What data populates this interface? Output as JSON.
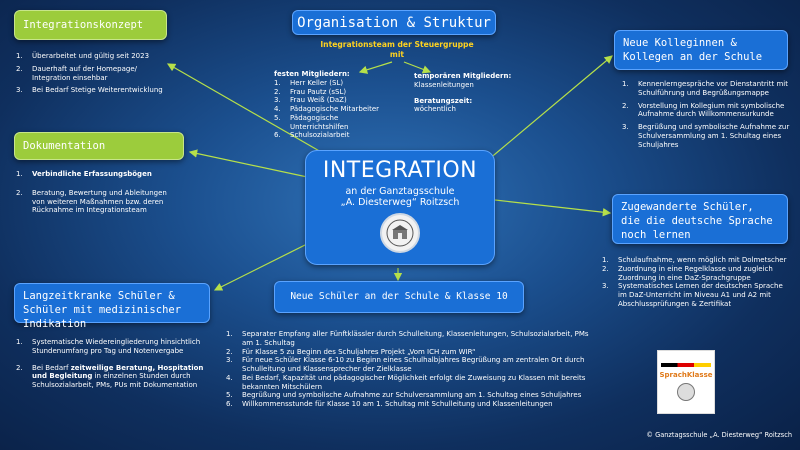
{
  "title": "Organisation & Struktur",
  "team_heading_line1": "Integrationsteam der Steuergruppe",
  "team_heading_line2": "mit",
  "fixed_members": {
    "heading": "festen Mitgliedern:",
    "items": [
      {
        "num": "1.",
        "text": "Herr Keller (SL)"
      },
      {
        "num": "2.",
        "text": "Frau Pautz (sSL)"
      },
      {
        "num": "3.",
        "text": "Frau Weiß (DaZ)"
      },
      {
        "num": "4.",
        "text": "Pädagogische Mitarbeiter"
      },
      {
        "num": "5.",
        "text": "Pädagogische Unterrichtshilfen"
      },
      {
        "num": "6.",
        "text": "Schulsozialarbeit"
      }
    ]
  },
  "temp_members": {
    "heading": "temporären Mitgliedern:",
    "text": "Klassenleitungen",
    "meeting_heading": "Beratungszeit:",
    "meeting_text": "wöchentlich"
  },
  "center": {
    "title": "INTEGRATION",
    "line2": "an der Ganztagsschule",
    "line3": "„A. Diesterweg“ Roitzsch"
  },
  "integrationskonzept": {
    "title": "Integrationskonzept",
    "items": [
      {
        "num": "1.",
        "text": "Überarbeitet und gültig seit 2023"
      },
      {
        "num": "2.",
        "text": "Dauerhaft auf der Homepage/ Integration einsehbar"
      },
      {
        "num": "3.",
        "text": "Bei Bedarf Stetige Weiterentwicklung"
      }
    ]
  },
  "dokumentation": {
    "title": "Dokumentation",
    "items": [
      {
        "num": "1.",
        "text": "Verbindliche Erfassungsbögen"
      },
      {
        "num": "2.",
        "text": "Beratung, Bewertung und Ableitungen von weiteren Maßnahmen bzw. deren Rücknahme im Integrationsteam"
      }
    ]
  },
  "langzeitkranke": {
    "title": "Langzeitkranke Schüler & Schüler mit medizinischer Indikation",
    "item1": {
      "num": "1.",
      "text": "Systematische Wiedereingliederung hinsichtlich Stundenumfang pro Tag und Notenvergabe"
    },
    "item2": {
      "num": "2.",
      "pre": "Bei Bedarf ",
      "bold": "zeitweilige Beratung, Hospitation und Begleitung",
      "post": " in einzelnen Stunden durch Schulsozialarbeit, PMs, PUs mit Dokumentation"
    }
  },
  "neue_schueler": {
    "title": "Neue Schüler an der Schule & Klasse 10",
    "items": [
      {
        "num": "1.",
        "text": "Separater Empfang aller Fünftklässler durch Schulleitung, Klassenleitungen, Schulsozialarbeit, PMs am 1. Schultag"
      },
      {
        "num": "2.",
        "text": "Für Klasse 5 zu Beginn des Schuljahres Projekt „Vom ICH zum WIR“"
      },
      {
        "num": "3.",
        "text": "Für neue Schüler Klasse 6-10 zu Beginn eines Schulhalbjahres Begrüßung am zentralen Ort durch Schulleitung und Klassensprecher der Zielklasse"
      },
      {
        "num": "4.",
        "text": "Bei Bedarf, Kapazität und pädagogischer Möglichkeit erfolgt die Zuweisung zu Klassen mit bereits bekannten Mitschülern"
      },
      {
        "num": "5.",
        "text": "Begrüßung und symbolische Aufnahme zur Schulversammlung am 1. Schultag eines Schuljahres"
      },
      {
        "num": "6.",
        "text": "Willkommensstunde für Klasse 10 am 1. Schultag mit Schulleitung und Klassenleitungen"
      }
    ]
  },
  "neue_kollegen": {
    "title": "Neue Kolleginnen & Kollegen an der Schule",
    "items": [
      {
        "num": "1.",
        "text": "Kennenlerngespräche vor Dienstantritt mit Schulführung und Begrüßungsmappe"
      },
      {
        "num": "2.",
        "text": "Vorstellung im Kollegium mit symbolische Aufnahme durch Willkommensurkunde"
      },
      {
        "num": "3.",
        "text": "Begrüßung und symbolische Aufnahme zur Schulversammlung am 1. Schultag eines Schuljahres"
      }
    ]
  },
  "zugewanderte": {
    "title": "Zugewanderte Schüler, die die deutsche Sprache noch lernen",
    "items": [
      {
        "num": "1.",
        "text": "Schulaufnahme, wenn möglich mit Dolmetscher"
      },
      {
        "num": "2.",
        "text": "Zuordnung in eine Regelklasse und zugleich Zuordnung in eine DaZ-Sprachgruppe"
      },
      {
        "num": "3.",
        "text": "Systematisches Lernen der deutschen Sprache im DaZ-Unterricht im Niveau A1 und A2 mit Abschlussprüfungen & Zertifikat"
      }
    ]
  },
  "sprachklasse_logo": "SprachKlasse",
  "copyright": "© Ganztagsschule „A. Diesterweg“ Roitzsch",
  "colors": {
    "box_blue": "#1a6fd6",
    "box_green": "#9ccc3c",
    "accent_yellow": "#ffd21f",
    "arrow": "#b6e04a"
  }
}
